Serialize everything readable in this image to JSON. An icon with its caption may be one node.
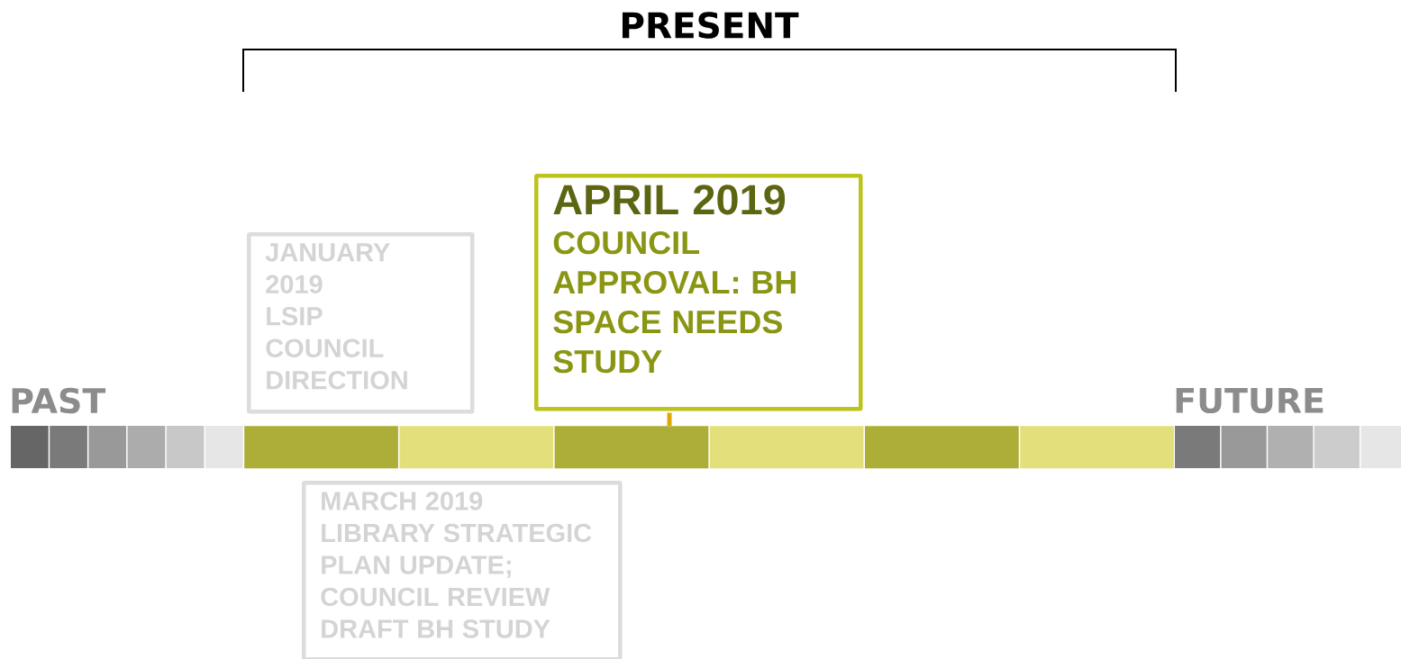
{
  "diagram": {
    "nodes": [
      {
        "text": [
          "APRIL 2019",
          "COUNCIL APPROVAL: BH SPACE NEEDS STUDY"
        ]
      },
      {
        "text": [
          "JANUARY 2019",
          "LSIP COUNCIL DIRECTION"
        ]
      },
      {
        "text": [],
        "shape": "bar"
      },
      {
        "text": [],
        "shape": "bar"
      },
      {
        "text": [],
        "shape": "bar"
      },
      {
        "text": [],
        "shape": "bar"
      },
      {
        "text": [],
        "shape": "bar"
      },
      {
        "text": [],
        "shape": "bar"
      },
      {
        "text": [
          "MARCH 2019",
          "LIBRARY STRATEGIC PLAN UPDATE; COUNCIL REVIEW DRAFT BH STUDY"
        ]
      }
    ],
    "edges": [
      {
        "from": 0,
        "to": 4,
        "arrow": "none",
        "color": "#e0a800"
      }
    ],
    "labels": [
      "PRESENT",
      "PAST",
      "FUTURE"
    ]
  }
}
